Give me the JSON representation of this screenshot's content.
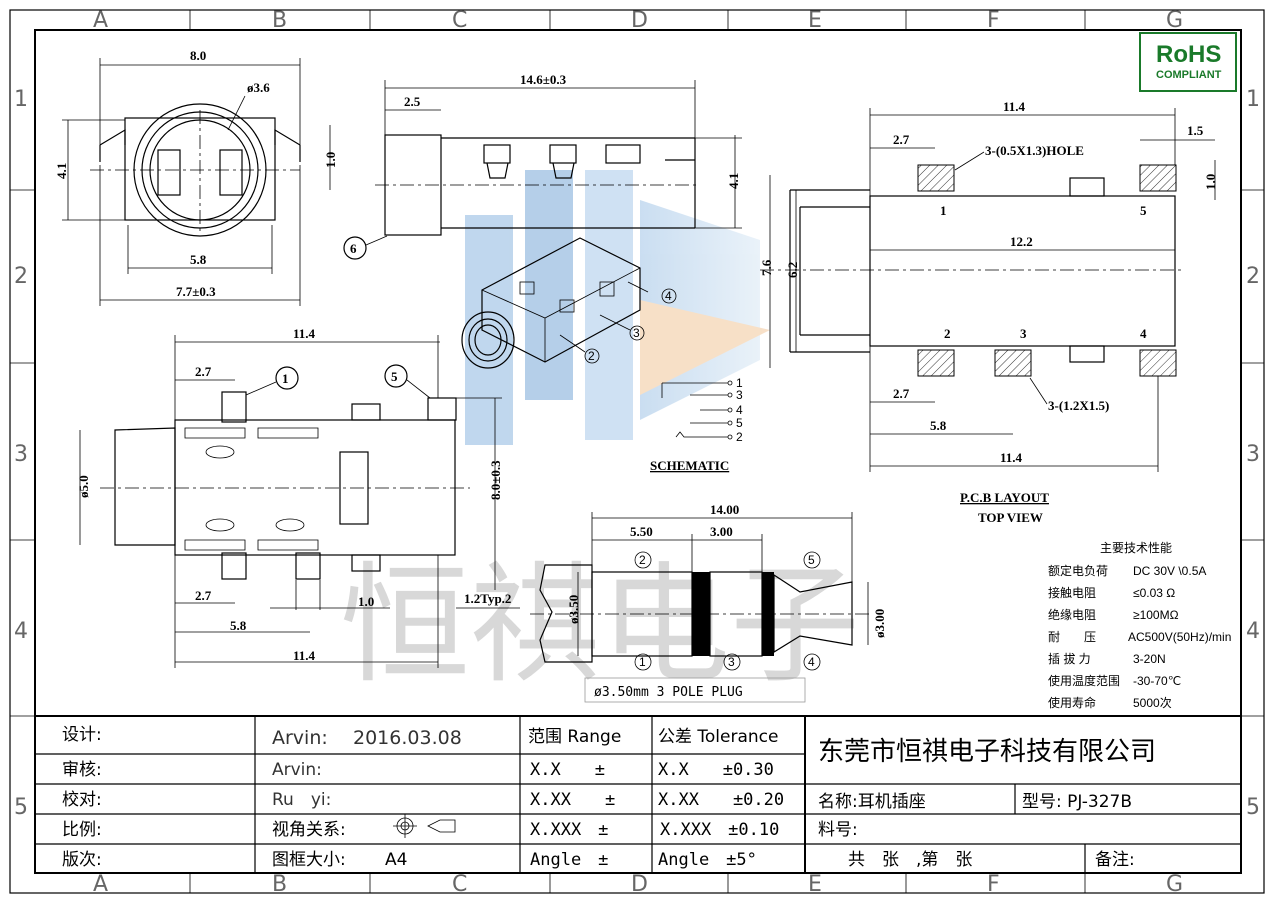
{
  "grid": {
    "columns": [
      "A",
      "B",
      "C",
      "D",
      "E",
      "F",
      "G"
    ],
    "rows": [
      "1",
      "2",
      "3",
      "4",
      "5"
    ]
  },
  "rohs": {
    "line1": "RoHS",
    "line2": "COMPLIANT"
  },
  "front_view": {
    "width": "8.0",
    "diameter": "ø3.6",
    "height": "4.1",
    "pin": "1.0",
    "inner": "5.8",
    "outer": "7.7±0.3"
  },
  "side_view": {
    "length": "14.6±0.3",
    "front": "2.5",
    "height": "4.1",
    "callout": "6"
  },
  "top_view": {
    "length": "11.4",
    "d1": "2.7",
    "d2": "2.7",
    "d3": "5.8",
    "d4": "11.4",
    "dia": "ø5.0",
    "h": "8.0±0.3",
    "pin": "1.0",
    "typ": "1.2Typ.2",
    "callouts": [
      "1",
      "5"
    ]
  },
  "iso_callouts": [
    "4",
    "3",
    "2"
  ],
  "schematic": {
    "title": "SCHEMATIC",
    "pins": [
      "1",
      "3",
      "4",
      "5",
      "2"
    ]
  },
  "pcb": {
    "width": "11.4",
    "d27": "2.7",
    "d15": "1.5",
    "d10": "1.0",
    "hole_label": "3-(0.5X1.3)HOLE",
    "inner": "12.2",
    "h76": "7.6",
    "h62": "6.2",
    "pad_label": "3-(1.2X1.5)",
    "b27": "2.7",
    "b58": "5.8",
    "b114": "11.4",
    "pins_top": [
      "1",
      "5"
    ],
    "pins_bottom": [
      "2",
      "3",
      "4"
    ],
    "title": "P.C.B LAYOUT",
    "subtitle": "TOP VIEW"
  },
  "plug": {
    "total": "14.00",
    "seg1": "5.50",
    "seg2": "3.00",
    "dia": "ø3.50",
    "tip": "ø3.00",
    "caption": "ø3.50mm 3 POLE PLUG",
    "callouts": [
      "2",
      "5",
      "1",
      "3",
      "4"
    ]
  },
  "specs": {
    "title": "主要技术性能",
    "rows": [
      {
        "k": "额定电负荷",
        "v": "DC 30V \\0.5A"
      },
      {
        "k": "接触电阻",
        "v": "≤0.03 Ω"
      },
      {
        "k": "绝缘电阻",
        "v": "≥100MΩ"
      },
      {
        "k": "耐　　压",
        "v": "AC500V(50Hz)/min"
      },
      {
        "k": "插 拔 力",
        "v": "3-20N"
      },
      {
        "k": "使用温度范围",
        "v": "-30-70℃"
      },
      {
        "k": "使用寿命",
        "v": "5000次"
      }
    ]
  },
  "watermark": "恒祺电子",
  "title_block": {
    "labels": [
      "设计:",
      "审核:",
      "校对:",
      "比例:",
      "版次:"
    ],
    "designer": "Arvin:",
    "date": "2016.03.08",
    "checker": "Arvin:",
    "proof": "Ru　yi:",
    "view_label": "视角关系:",
    "frame_label": "图框大小:",
    "frame_value": "A4",
    "range_head": "范围 Range",
    "tol_head": "公差 Tolerance",
    "range": [
      "X.X　　±",
      "X.XX　　±",
      "X.XXX　±",
      "Angle　±"
    ],
    "tol": [
      "X.X　　±0.30",
      "X.XX　　±0.20",
      "X.XXX　±0.10",
      "Angle　±5°"
    ],
    "company": "东莞市恒祺电子科技有限公司",
    "name": "名称:耳机插座",
    "model": "型号: PJ-327B",
    "material": "料号:",
    "sheet": "共　张　,第　张",
    "remark": "备注:"
  }
}
